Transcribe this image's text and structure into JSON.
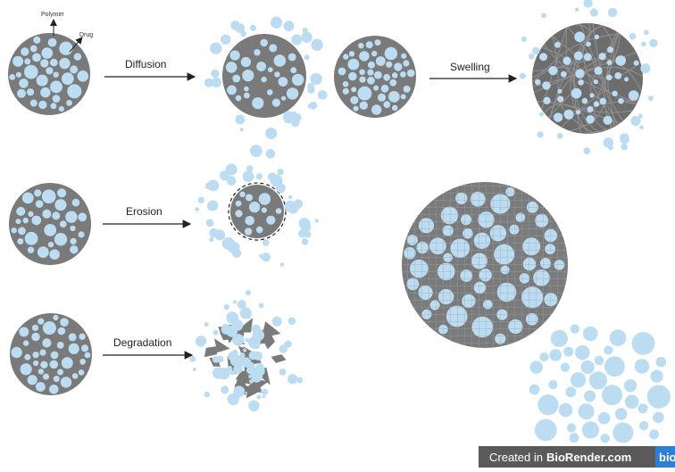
{
  "colors": {
    "polymer": "#7a7a7a",
    "polymer_dark": "#5f5f5f",
    "drug": "#bcdcf2",
    "mesh": "#9aa3ad",
    "arrow": "#222222"
  },
  "annotations": {
    "polymer": "Polymer",
    "drug": "Drug"
  },
  "mechanisms": {
    "diffusion": "Diffusion",
    "swelling": "Swelling",
    "erosion": "Erosion",
    "degradation": "Degradation"
  },
  "watermark": {
    "prefix": "Created in",
    "brand": "BioRender.com",
    "badge": "bio"
  }
}
